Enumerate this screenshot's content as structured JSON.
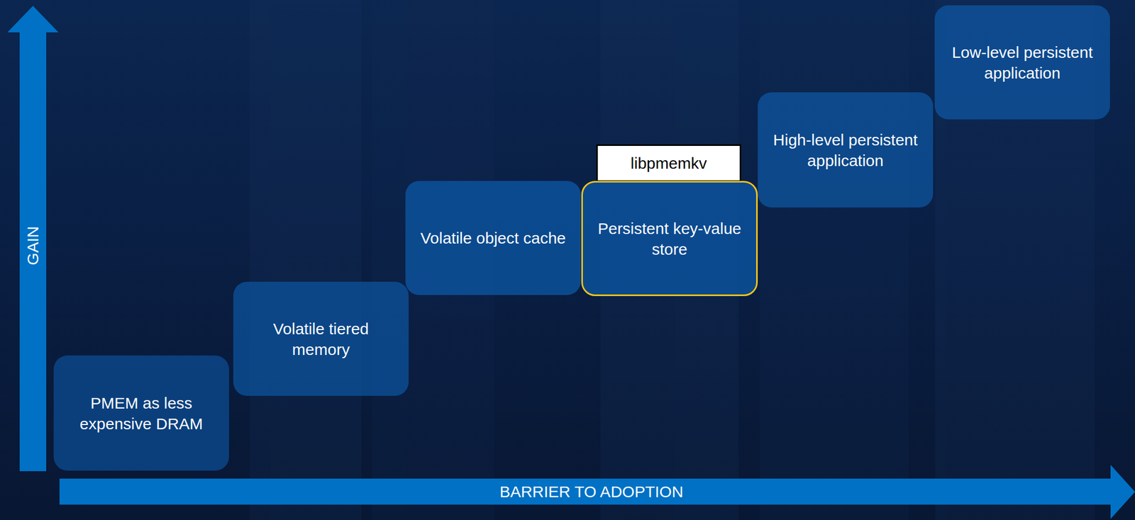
{
  "diagram": {
    "nodes": [
      {
        "text": [
          "PMEM as less expensive DRAM"
        ]
      },
      {
        "text": [
          "Volatile tiered memory"
        ]
      },
      {
        "text": [
          "Volatile object cache"
        ]
      },
      {
        "text": [
          "libpmemkv"
        ]
      },
      {
        "text": [
          "Persistent key-value store"
        ]
      },
      {
        "text": [
          "High-level persistent application"
        ]
      },
      {
        "text": [
          "Low-level persistent application"
        ]
      }
    ],
    "labels": [
      "GAIN",
      "BARRIER TO ADOPTION"
    ]
  }
}
